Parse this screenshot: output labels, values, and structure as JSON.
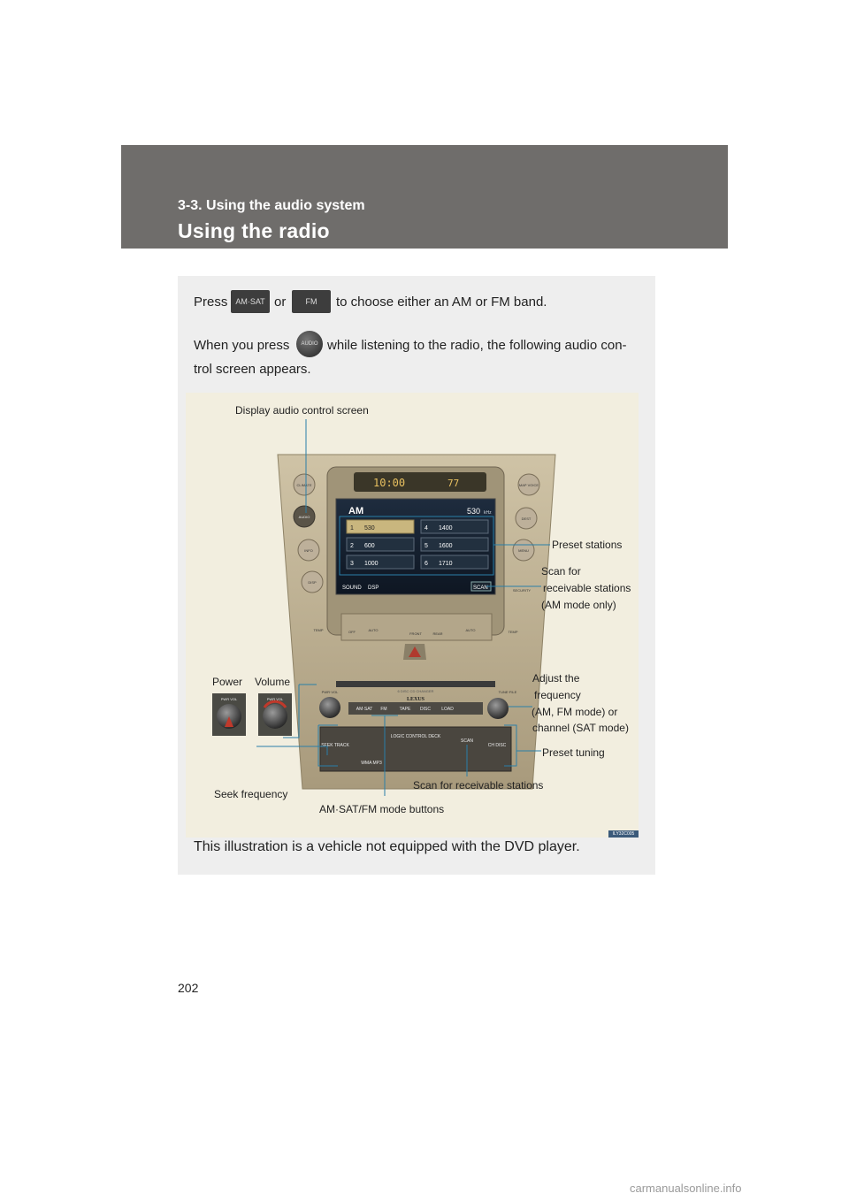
{
  "header": {
    "section": "3-3. Using the audio system",
    "title": "Using the radio"
  },
  "intro": {
    "press": "Press",
    "or": "or",
    "choose_band": "to choose either an AM or FM band.",
    "btn_amsat": "AM·SAT",
    "btn_fm": "FM",
    "when_press": "When you press",
    "audio_btn": "AUDIO",
    "audio_line1": "while listening to the radio, the following audio con-",
    "audio_line2": "trol screen appears."
  },
  "callouts": {
    "display_audio": "Display audio control screen",
    "preset_stations": "Preset stations",
    "scan_for": "Scan for",
    "receivable_stations": "receivable stations",
    "am_mode_only": "(AM mode only)",
    "power": "Power",
    "volume": "Volume",
    "adjust_the": "Adjust the",
    "frequency": "frequency",
    "am_fm_mode_or": "(AM, FM mode) or",
    "channel_sat": "channel (SAT mode)",
    "preset_tuning": "Preset tuning",
    "seek_frequency": "Seek frequency",
    "scan_receivable": "Scan for receivable stations",
    "mode_buttons": "AM·SAT/FM mode buttons"
  },
  "radio_screen": {
    "band": "AM",
    "frequency": "530",
    "frequency_unit": "kHz",
    "clock": "10:00",
    "temp": "77",
    "presets": [
      {
        "num": "1",
        "freq": "530"
      },
      {
        "num": "2",
        "freq": "600"
      },
      {
        "num": "3",
        "freq": "1000"
      },
      {
        "num": "4",
        "freq": "1400"
      },
      {
        "num": "5",
        "freq": "1600"
      },
      {
        "num": "6",
        "freq": "1710"
      }
    ],
    "sound": "SOUND",
    "dsp": "DSP",
    "scan": "SCAN"
  },
  "console": {
    "left_buttons": [
      "CLIMATE",
      "AUDIO",
      "INFO",
      "DISP"
    ],
    "right_buttons": [
      "MAP VOICE",
      "DEST",
      "MENU",
      "SECURITY"
    ],
    "temp_left": "TEMP",
    "temp_right": "TEMP",
    "off": "OFF",
    "auto": "AUTO",
    "front": "FRONT",
    "rear": "REAR",
    "auto2": "AUTO",
    "changer": "6 DISC CD CHANGER",
    "brand": "LEXUS",
    "pwr_vol": "PWR·VOL",
    "tune_file": "TUNE·FILE",
    "mode_row": [
      "AM·SAT",
      "FM",
      "TAPE",
      "DISC",
      "LOAD"
    ],
    "seek_track": "SEEK TRACK",
    "ch_disc": "CH DISC",
    "scan": "SCAN",
    "deck_label": "LOGIC CONTROL DECK",
    "wma_mp3": "WMA MP3",
    "knob_label": "PWR VOL"
  },
  "illustration_code": "ILY32C005",
  "caption": "This illustration is a vehicle not equipped with the DVD player.",
  "page_number": "202",
  "watermark": "carmanualsonline.info"
}
